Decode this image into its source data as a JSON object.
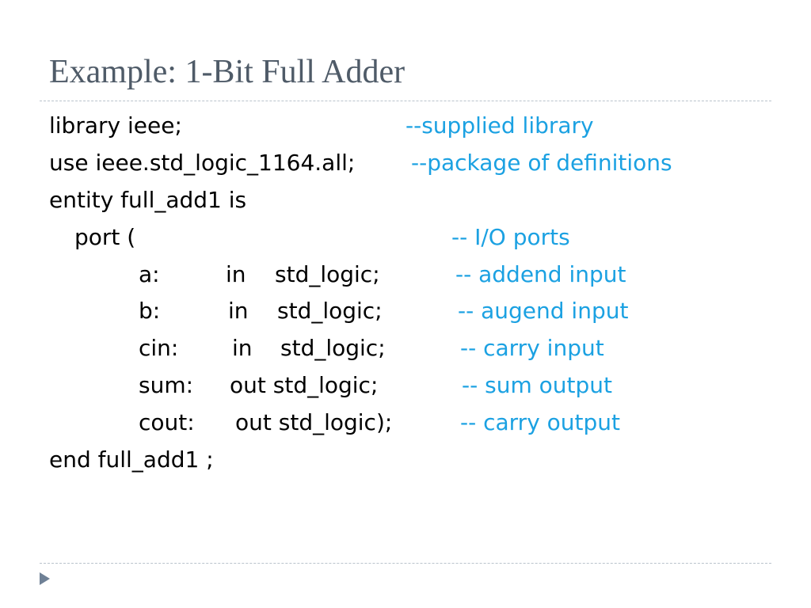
{
  "title": "Example: 1-Bit Full Adder",
  "colors": {
    "title": "#4f5b68",
    "code": "#000000",
    "comment": "#1ba1e2",
    "rule": "#b9c3cc",
    "nav_arrow": "#6f8196"
  },
  "code": {
    "line1": {
      "text": "library ieee;",
      "comment": "--supplied library"
    },
    "line2": {
      "text": "use ieee.std_logic_1164.all;",
      "comment": "--package of definitions"
    },
    "line3": {
      "text": "entity full_add1 is"
    },
    "line4": {
      "text": "port (",
      "comment": "-- I/O ports"
    },
    "line5": {
      "name": "a:",
      "mode": "in",
      "type": "std_logic;",
      "comment": "-- addend input"
    },
    "line6": {
      "name": "b:",
      "mode": "in",
      "type": "std_logic;",
      "comment": "-- augend input"
    },
    "line7": {
      "name": "cin:",
      "mode": "in",
      "type": "std_logic;",
      "comment": "-- carry input"
    },
    "line8": {
      "name": "sum:",
      "mode_type": "out std_logic;",
      "comment": "-- sum output"
    },
    "line9": {
      "name": "cout:",
      "mode_type": "out std_logic);",
      "comment": "-- carry output"
    },
    "line10": {
      "text": "end full_add1 ;"
    }
  },
  "icons": {
    "nav": "play-arrow-icon"
  }
}
